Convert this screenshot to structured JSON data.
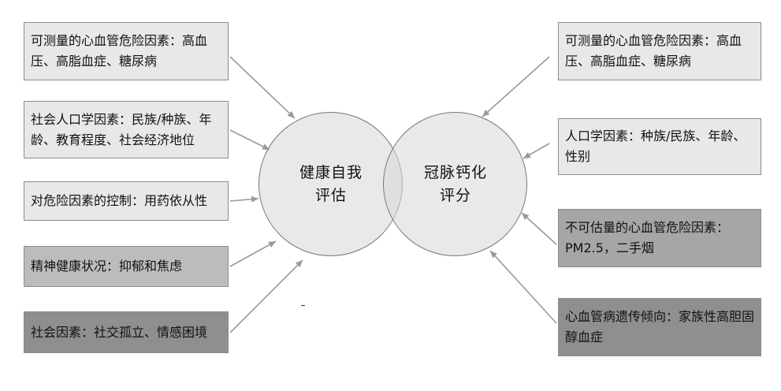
{
  "colors": {
    "arrow": "#999999",
    "circle_fill": "#d7d7d7",
    "circle_stroke": "#777777",
    "box_light": "#e8e8e8",
    "box_mid": "#bcbcbc",
    "box_dark": "#a6a6a6",
    "box_darker": "#8f8f8f"
  },
  "circles": {
    "left": "健康自我\n评估",
    "right": "冠脉钙化\n评分"
  },
  "left_boxes": [
    {
      "text": "可测量的心血管危险因素：高血压、高脂血症、糖尿病"
    },
    {
      "text": "社会人口学因素：民族/种族、年龄、教育程度、社会经济地位"
    },
    {
      "text": "对危险因素的控制：用药依从性"
    },
    {
      "text": "精神健康状况：抑郁和焦虑"
    },
    {
      "text": "社会因素：社交孤立、情感困境"
    }
  ],
  "right_boxes": [
    {
      "text": "可测量的心血管危险因素：高血压、高脂血症、糖尿病"
    },
    {
      "text": "人口学因素：种族/民族、年龄、性别"
    },
    {
      "text": "不可估量的心血管危险因素：PM2.5，二手烟"
    },
    {
      "text": "心血管病遗传倾向：家族性高胆固醇血症"
    }
  ]
}
